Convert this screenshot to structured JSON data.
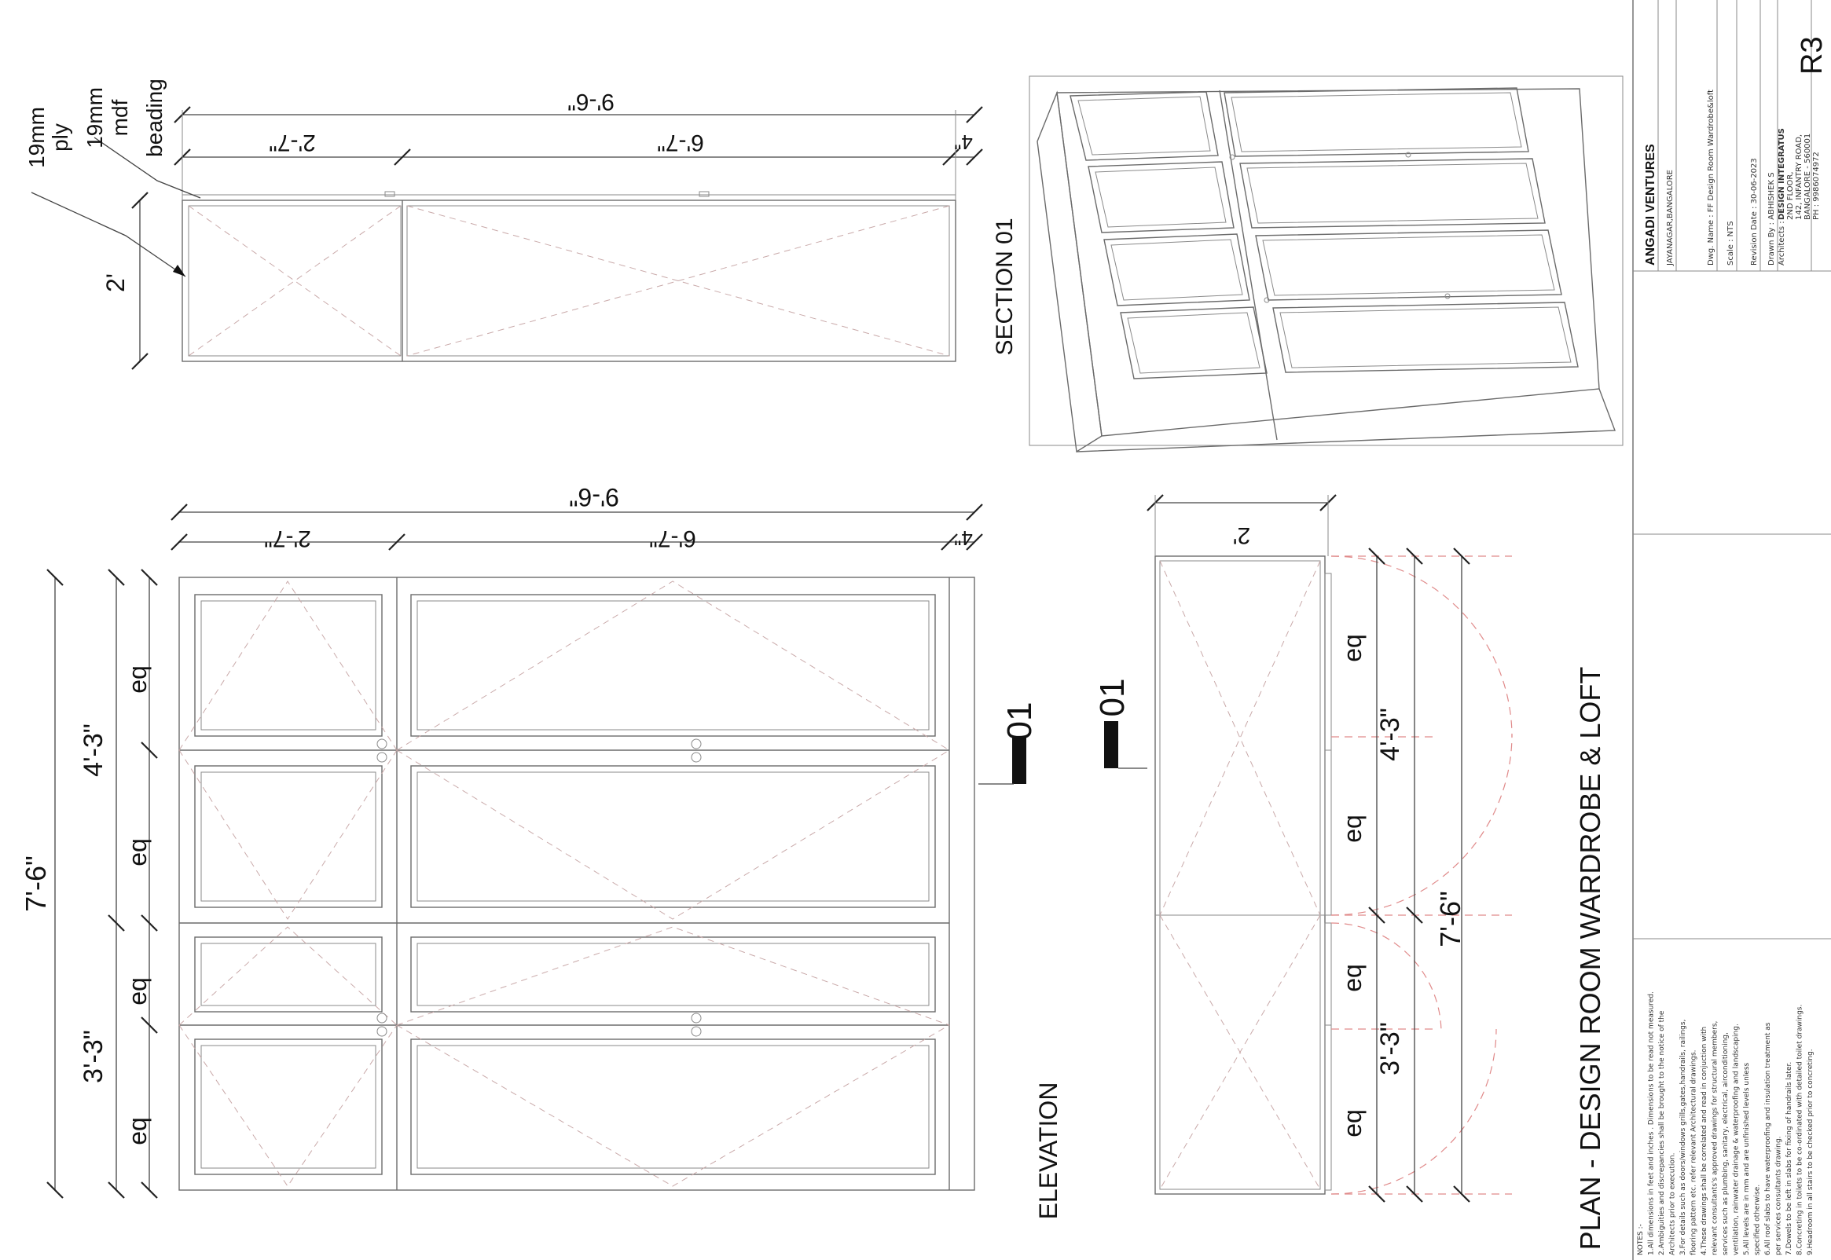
{
  "labels": {
    "dims": {
      "overall_width": "9'-6\"",
      "left_width": "2'-7\"",
      "right_width": "6'-7\"",
      "edge_width": "4\"",
      "depth": "2'",
      "overall_height": "7'-6\"",
      "upper_height": "4'-3\"",
      "lower_height": "3'-3\"",
      "eq": "eq"
    },
    "section": {
      "title": "SECTION 01",
      "ply": "19mm",
      "ply2": "ply",
      "mdf": "19mm",
      "mdf2": "mdf",
      "beading": "beading"
    },
    "elevation_title": "ELEVATION",
    "marker": "01",
    "plan_title": "PLAN - DESIGN ROOM WARDROBE & LOFT"
  },
  "title_block": {
    "company": "ANGADI VENTURES",
    "location": "JAYANAGAR,BANGALORE",
    "drawing_name": "Dwg. Name : FF Design Room Wardrobe&loft",
    "scale": "Scale : NTS",
    "revision_date": "Revision Date : 30-06-2023",
    "drawn_by": "Drawn By : ABHISHEK S",
    "architects_label": "Architects :",
    "architects_name": "DESIGN INTEGRATUS",
    "addr1": "2ND FLOOR,",
    "addr2": "142, INFANTRY ROAD,",
    "addr3": "BANGALORE - 560001",
    "phone": "PH : 9986074972",
    "revision": "R3"
  },
  "notes": [
    "NOTES :-",
    "1.All dimensions in feet and inches . Dimensions to be read not measured.",
    "2.Ambiguities and discrepancies shall be brought to the notice of the",
    "Architects prior to execution.",
    "3.For details such as doors/windows grills,gates,handrails, railings,",
    "flooring pattern etc. refer relevant Architectural drawings.",
    "4.These drawings shall be correlated and read in conjuction with",
    "relevant consultants's approved drawings for structural members,",
    "services such as plumbing, sanitary, electrical, airconditioning,",
    "ventilation, rainwater drainage & waterproofing and landscaping.",
    "5.All levels are in mm and are unfinished levels unless",
    "specified otherwise.",
    "6.All roof slabs to have waterproofing and insulation treatment as",
    "per services consultants drawing.",
    "7.Dowels to be left in slabs for fixing of handrails later.",
    "8.Concreting in toilets to be co-ordinated with detailed toilet drawings.",
    "9.Headroom in all stairs to be checked prior to concreting."
  ]
}
